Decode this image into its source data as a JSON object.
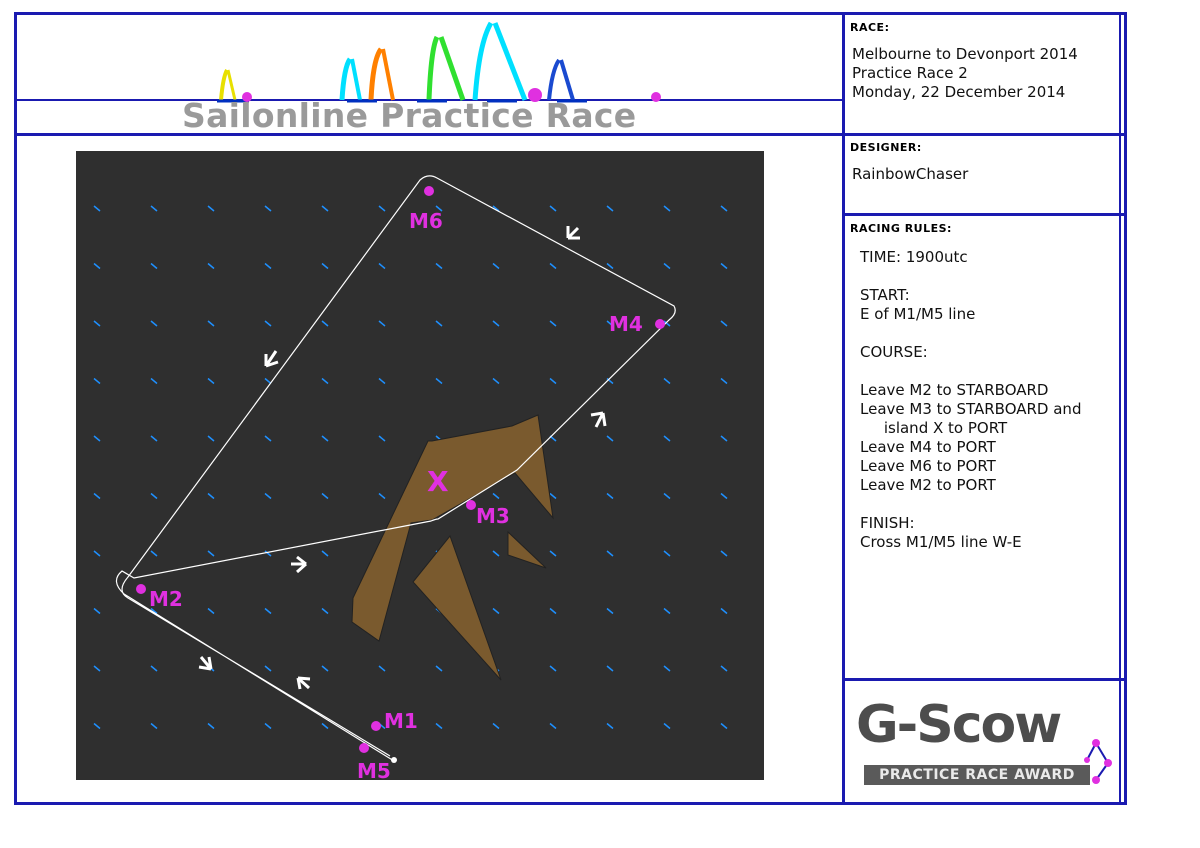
{
  "banner": {
    "title": "Sailonline Practice Race"
  },
  "race": {
    "heading": "RACE:",
    "lines": [
      "Melbourne to Devonport 2014",
      "Practice Race 2",
      "Monday, 22 December 2014"
    ]
  },
  "designer": {
    "heading": "DESIGNER:",
    "name": "RainbowChaser"
  },
  "rules": {
    "heading": "RACING RULES:",
    "text": "TIME: 1900utc\n\nSTART:\nE of M1/M5 line\n\nCOURSE:\n\nLeave M2 to STARBOARD\nLeave M3 to STARBOARD and\n     island X to PORT\nLeave M4 to PORT\nLeave M6 to PORT\nLeave M2 to PORT\n\nFINISH:\nCross M1/M5 line W-E"
  },
  "award": {
    "title": "G-Scow",
    "subtitle": "PRACTICE RACE AWARD"
  },
  "map": {
    "marks": [
      {
        "id": "M1",
        "label": "M1"
      },
      {
        "id": "M2",
        "label": "M2"
      },
      {
        "id": "M3",
        "label": "M3"
      },
      {
        "id": "M4",
        "label": "M4"
      },
      {
        "id": "M5",
        "label": "M5"
      },
      {
        "id": "M6",
        "label": "M6"
      }
    ],
    "island_label": "X",
    "colors": {
      "sea": "#2f2f2f",
      "land": "#7a5a2e",
      "mark": "#e030e0",
      "wind": "#1e90ff",
      "course": "#ffffff"
    }
  }
}
